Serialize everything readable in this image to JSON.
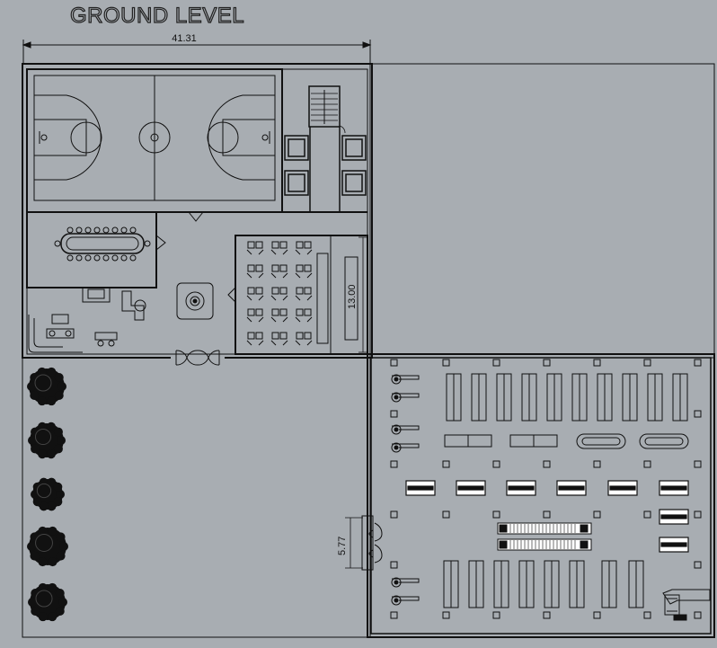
{
  "title": "GROUND LEVEL",
  "dimensions": {
    "overall_width": "41.31",
    "meeting_room_depth": "13.00",
    "entrance_width": "5.77"
  },
  "colors": {
    "background": "#a8adb2",
    "line": "#111111",
    "fill_dark": "#1a1a1a",
    "fill_light": "#ffffff"
  },
  "spaces": [
    {
      "name": "basketball-court",
      "label": ""
    },
    {
      "name": "stair-core",
      "label": ""
    },
    {
      "name": "boardroom",
      "label": ""
    },
    {
      "name": "lobby",
      "label": ""
    },
    {
      "name": "classroom",
      "label": ""
    },
    {
      "name": "garden",
      "label": ""
    },
    {
      "name": "cafeteria-market-hall",
      "label": ""
    },
    {
      "name": "empty-lot",
      "label": ""
    }
  ]
}
